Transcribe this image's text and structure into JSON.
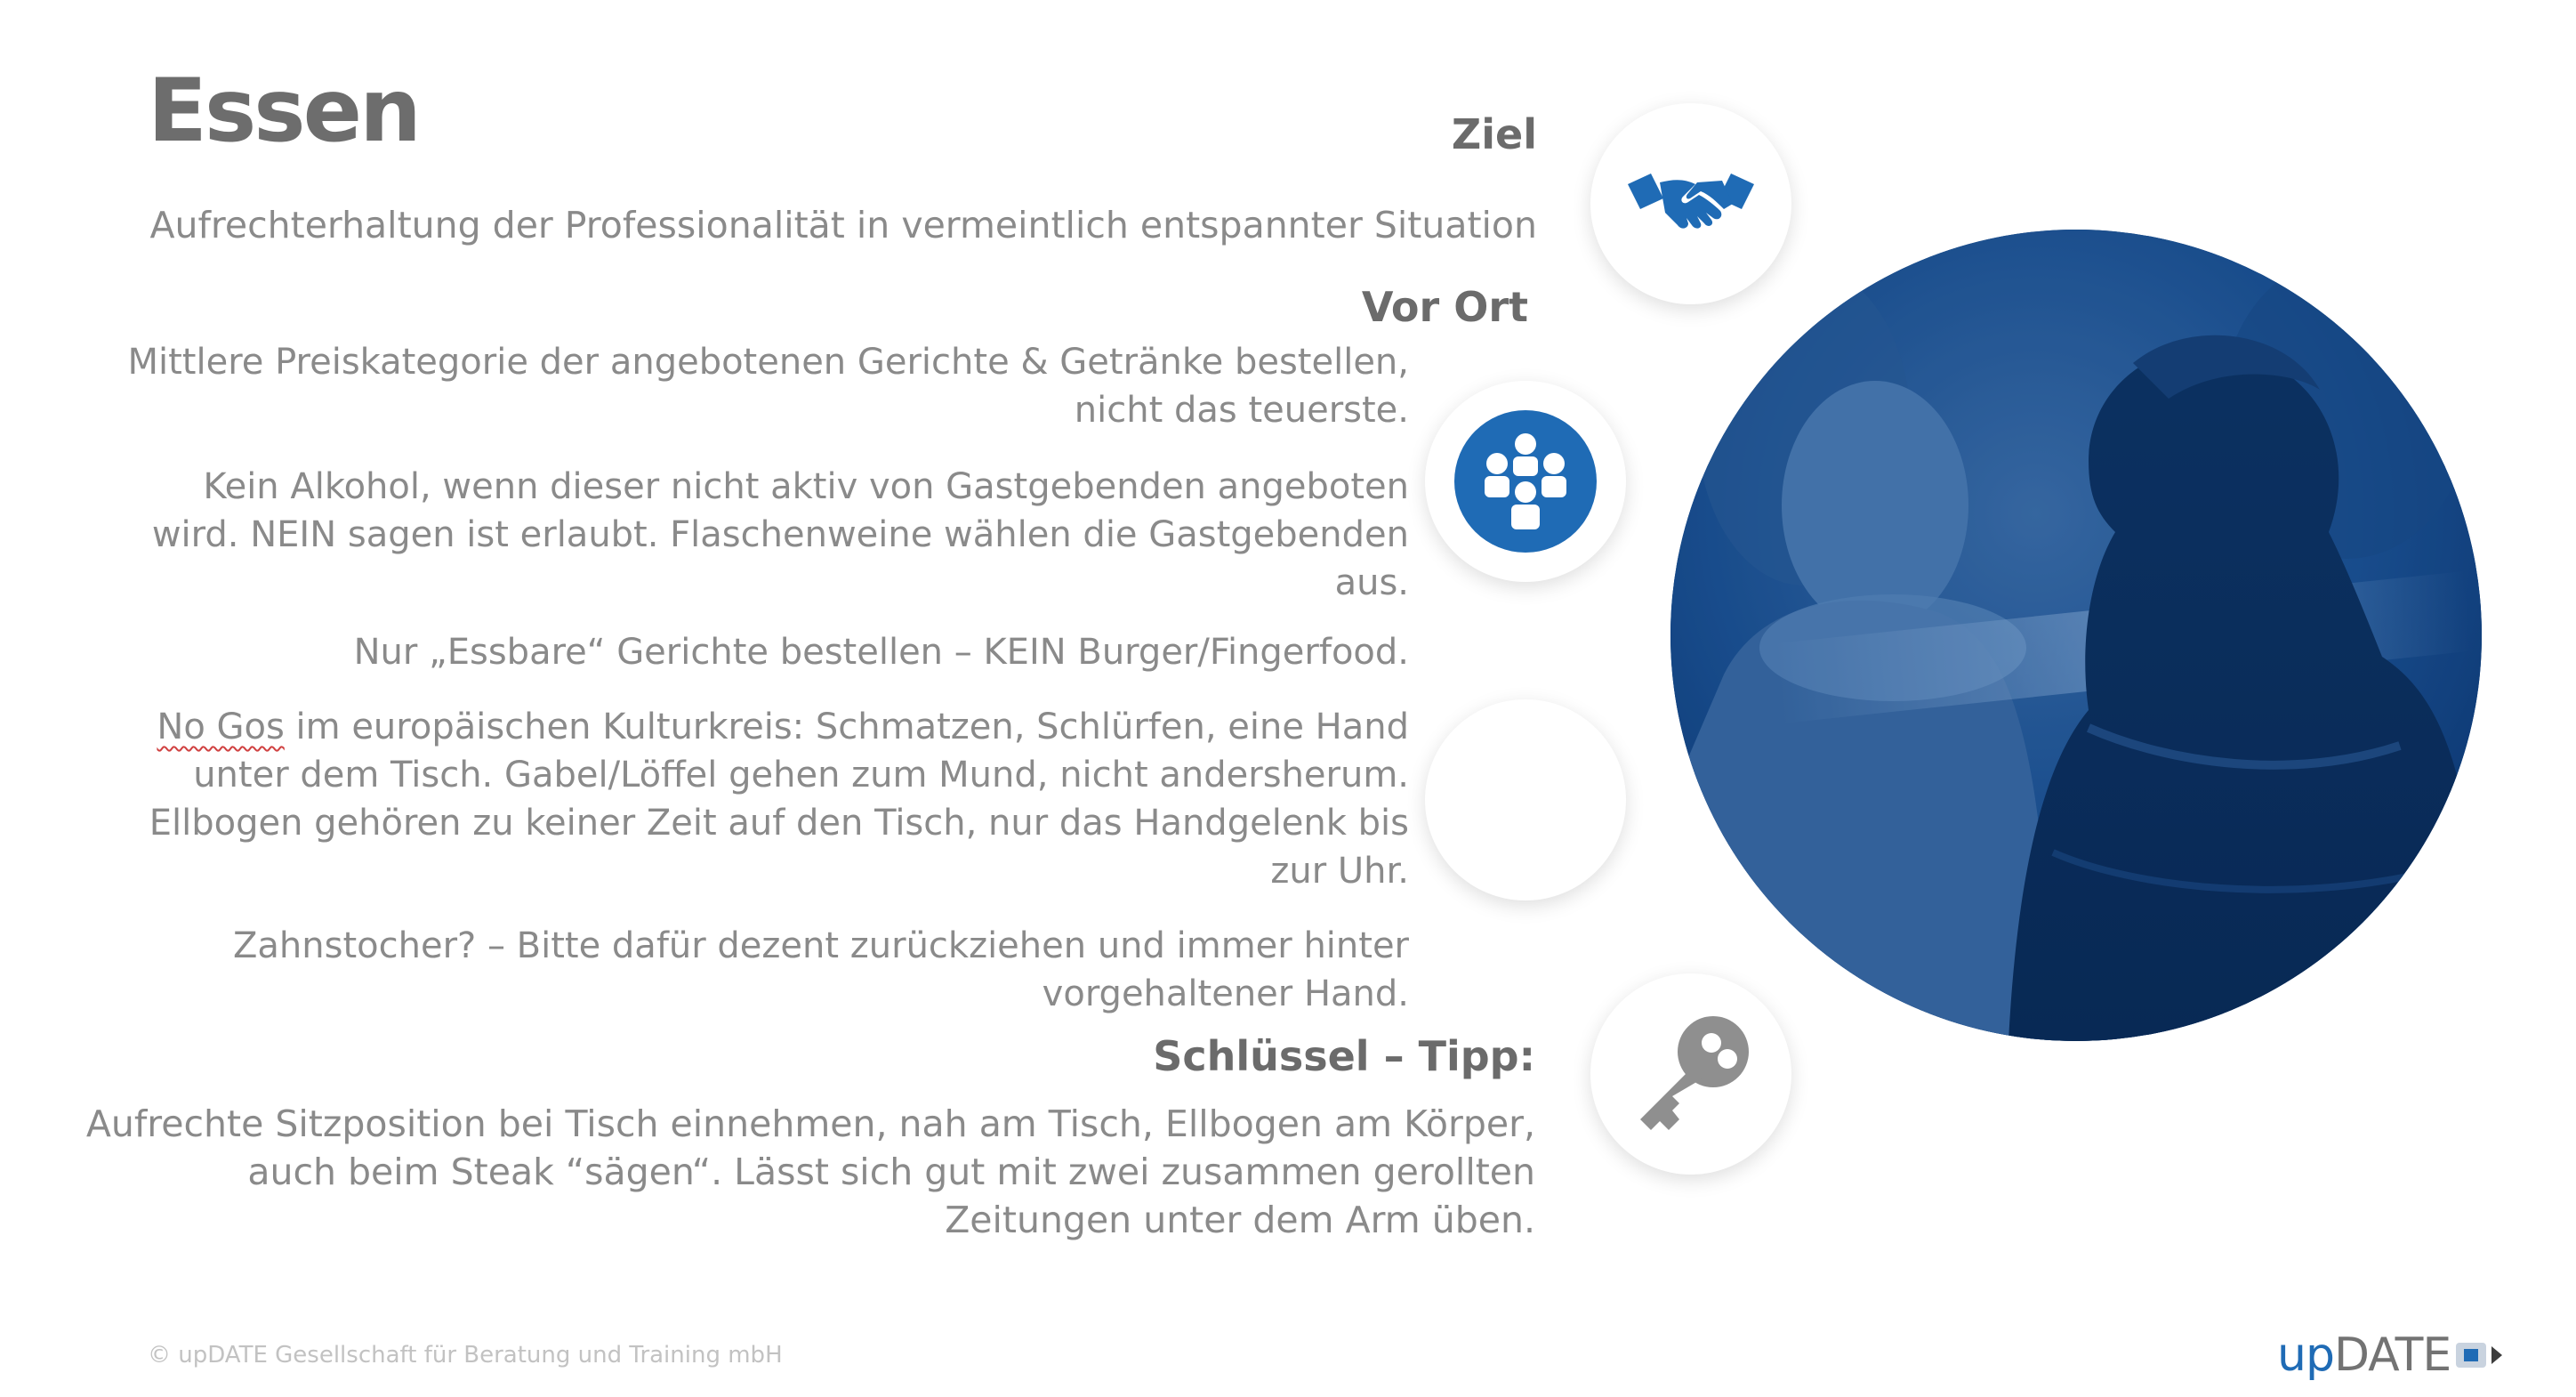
{
  "slide": {
    "title": "Essen",
    "ziel": {
      "heading": "Ziel",
      "text": "Aufrechterhaltung der Professionalität in vermeintlich entspannter Situation"
    },
    "vor_ort": {
      "heading": "Vor Ort",
      "items": [
        {
          "lines": [
            "Mittlere Preiskategorie der angebotenen Gerichte & Getränke bestellen,",
            "nicht das teuerste."
          ]
        },
        {
          "lines": [
            "Kein Alkohol, wenn dieser nicht aktiv von Gastgebenden angeboten",
            "wird. NEIN sagen ist erlaubt. Flaschenweine wählen die Gastgebenden",
            "aus."
          ]
        },
        {
          "lines": [
            "Nur „Essbare“ Gerichte bestellen – KEIN Burger/Fingerfood."
          ]
        },
        {
          "first_word": "No Gos",
          "first_line_rest": " im europäischen Kulturkreis: Schmatzen, Schlürfen, eine Hand",
          "lines": [
            "unter dem Tisch. Gabel/Löffel gehen zum Mund, nicht andersherum.",
            "Ellbogen gehören zu keiner Zeit auf den Tisch, nur das Handgelenk bis",
            "zur Uhr."
          ]
        },
        {
          "lines": [
            "Zahnstocher? – Bitte dafür dezent zurückziehen und immer hinter",
            "vorgehaltener Hand."
          ]
        }
      ]
    },
    "tipp": {
      "heading": "Schlüssel – Tipp:",
      "lines": [
        "Aufrechte Sitzposition bei Tisch einnehmen, nah am Tisch, Ellbogen am Körper,",
        "auch beim Steak “sägen“. Lässt sich gut mit zwei zusammen gerollten",
        "Zeitungen unter dem Arm üben."
      ]
    },
    "icons": {
      "ziel": "handshake-icon",
      "vor_ort": "group-icon",
      "empty": "empty-circle",
      "tipp": "key-icon"
    },
    "colors": {
      "accent_blue": "#1f6bb5",
      "dark_blue": "#0b3e7c",
      "heading_gray": "#6b6b6b",
      "text_gray": "#8a8a8a"
    }
  },
  "footer": {
    "copyright": "© upDATE Gesellschaft für Beratung und Training mbH"
  },
  "logo": {
    "up": "up",
    "date": "DATE"
  }
}
